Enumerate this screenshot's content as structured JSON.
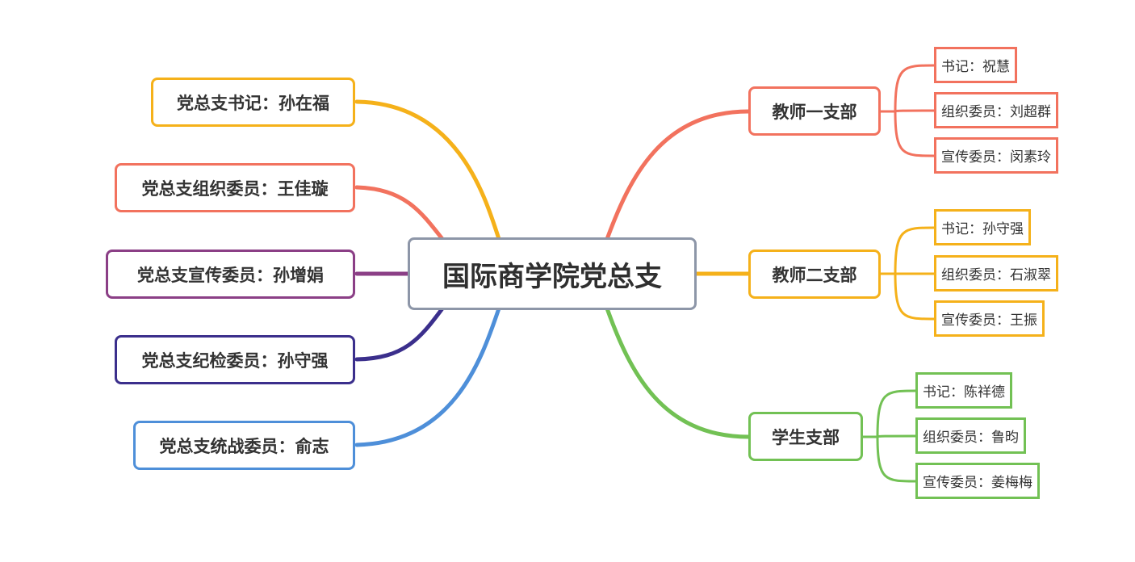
{
  "root": {
    "label": "国际商学院党总支",
    "color": "#8d96a8"
  },
  "left_members": [
    {
      "label": "党总支书记：孙在福",
      "color": "#f5b11a"
    },
    {
      "label": "党总支组织委员：王佳璇",
      "color": "#f2725e"
    },
    {
      "label": "党总支宣传委员：孙增娟",
      "color": "#8b3f86"
    },
    {
      "label": "党总支纪检委员：孙守强",
      "color": "#3b2f8c"
    },
    {
      "label": "党总支统战委员：俞志",
      "color": "#4e8fd9"
    }
  ],
  "branches": [
    {
      "label": "教师一支部",
      "color": "#f2725e",
      "leaves": [
        "书记：祝慧",
        "组织委员：刘超群",
        "宣传委员：闵素玲"
      ]
    },
    {
      "label": "教师二支部",
      "color": "#f5b11a",
      "leaves": [
        "书记：孙守强",
        "组织委员：石淑翠",
        "宣传委员：王振"
      ]
    },
    {
      "label": "学生支部",
      "color": "#72c154",
      "leaves": [
        "书记：陈祥德",
        "组织委员：鲁昀",
        "宣传委员：姜梅梅"
      ]
    }
  ]
}
